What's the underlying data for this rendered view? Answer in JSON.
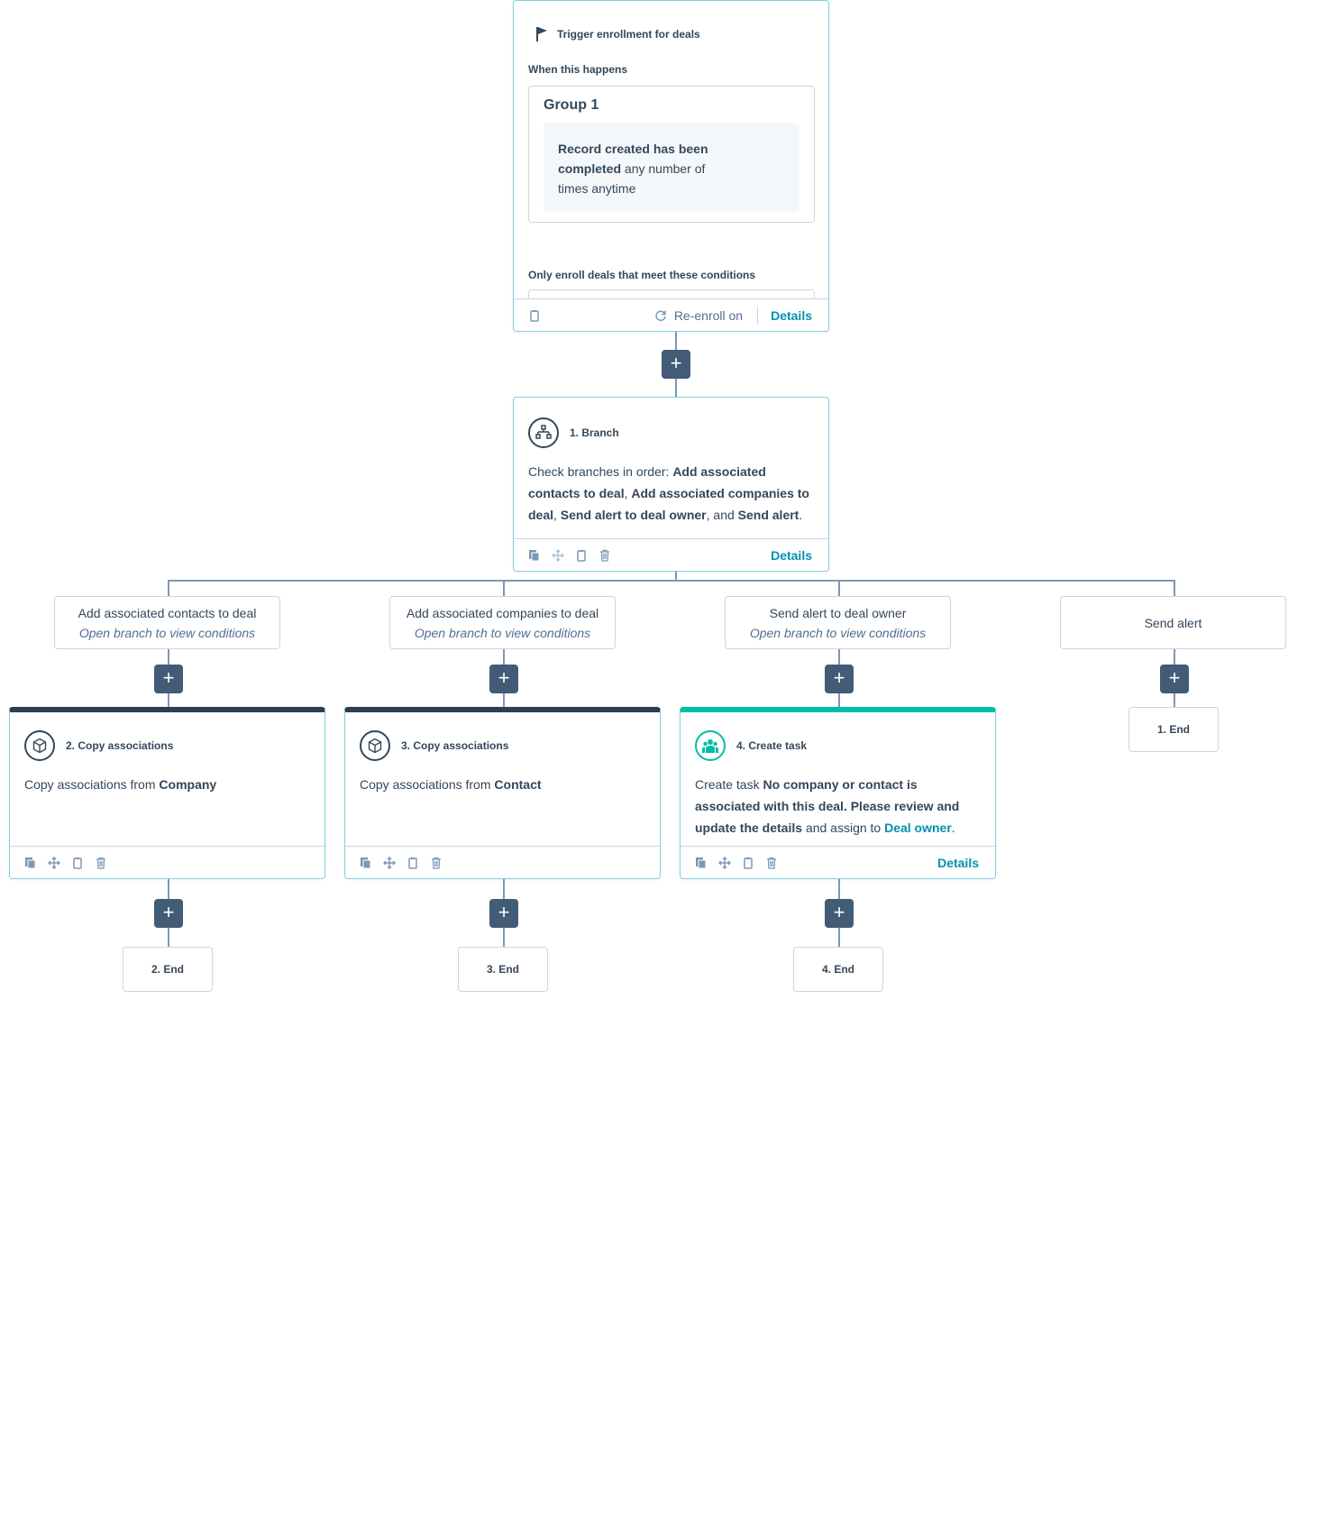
{
  "trigger": {
    "title": "Trigger enrollment for deals",
    "when_label": "When this happens",
    "group_title": "Group 1",
    "filter": {
      "bold": "Record created has been completed",
      "rest": " any number of times anytime"
    },
    "only_enroll_label": "Only enroll deals that meet these conditions",
    "reenroll_label": "Re-enroll on",
    "details_label": "Details"
  },
  "branch": {
    "title": "1. Branch",
    "description": {
      "intro": "Check branches in order: ",
      "b1": "Add associated contacts to deal",
      "sep1": ", ",
      "b2": "Add associated companies to deal",
      "sep2": ", ",
      "b3": "Send alert to deal owner",
      "sep3": ", and ",
      "b4": "Send alert",
      "end": "."
    },
    "details_label": "Details"
  },
  "branches": [
    {
      "name": "Add associated contacts to deal",
      "sub": "Open branch to view conditions"
    },
    {
      "name": "Add associated companies to deal",
      "sub": "Open branch to view conditions"
    },
    {
      "name": "Send alert to deal owner",
      "sub": "Open branch to view conditions"
    },
    {
      "name": "Send alert",
      "sub": ""
    }
  ],
  "actions": [
    {
      "title": "2. Copy associations",
      "text": "Copy associations from ",
      "bold": "Company"
    },
    {
      "title": "3. Copy associations",
      "text": "Copy associations from ",
      "bold": "Contact"
    },
    {
      "title": "4. Create task",
      "text": "Create task ",
      "bold": "No company or contact is associated with this deal. Please review and update the details",
      "mid": " and assign to ",
      "link": "Deal owner",
      "end": ".",
      "details_label": "Details"
    }
  ],
  "ends": [
    "1. End",
    "2. End",
    "3. End",
    "4. End"
  ],
  "icons": {
    "trigger": "flag-icon",
    "branch": "branch-icon",
    "copy": "cube-icon",
    "task": "people-icon",
    "reenroll": "refresh-icon",
    "tools": [
      "copy-icon",
      "move-icon",
      "clipboard-icon",
      "trash-icon"
    ]
  },
  "colors": {
    "accent": "#0091ae",
    "dark": "#2d3e50",
    "teal": "#00bda5",
    "plus_bg": "#425b76"
  }
}
